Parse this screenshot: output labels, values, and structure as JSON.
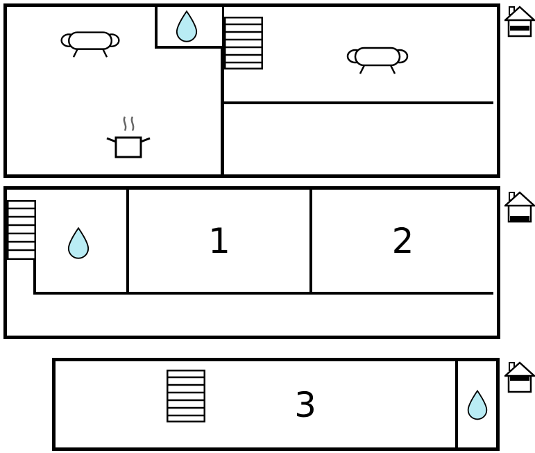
{
  "floors": [
    {
      "rooms": [],
      "indicator_level": "middle",
      "features": [
        "sofa",
        "water-drop-bathroom",
        "stairs",
        "sofa",
        "stove-pot",
        "storey-indicator-house"
      ]
    },
    {
      "rooms": [
        {
          "label": "1"
        },
        {
          "label": "2"
        }
      ],
      "indicator_level": "bottom",
      "features": [
        "stairs",
        "water-drop-bathroom",
        "storey-indicator-house"
      ]
    },
    {
      "rooms": [
        {
          "label": "3"
        }
      ],
      "indicator_level": "top",
      "features": [
        "stairs",
        "water-drop-bathroom",
        "storey-indicator-house"
      ]
    }
  ],
  "colors": {
    "wall": "#000000",
    "water_drop": "#b9ecf4",
    "steam": "#666666",
    "background": "#ffffff"
  }
}
